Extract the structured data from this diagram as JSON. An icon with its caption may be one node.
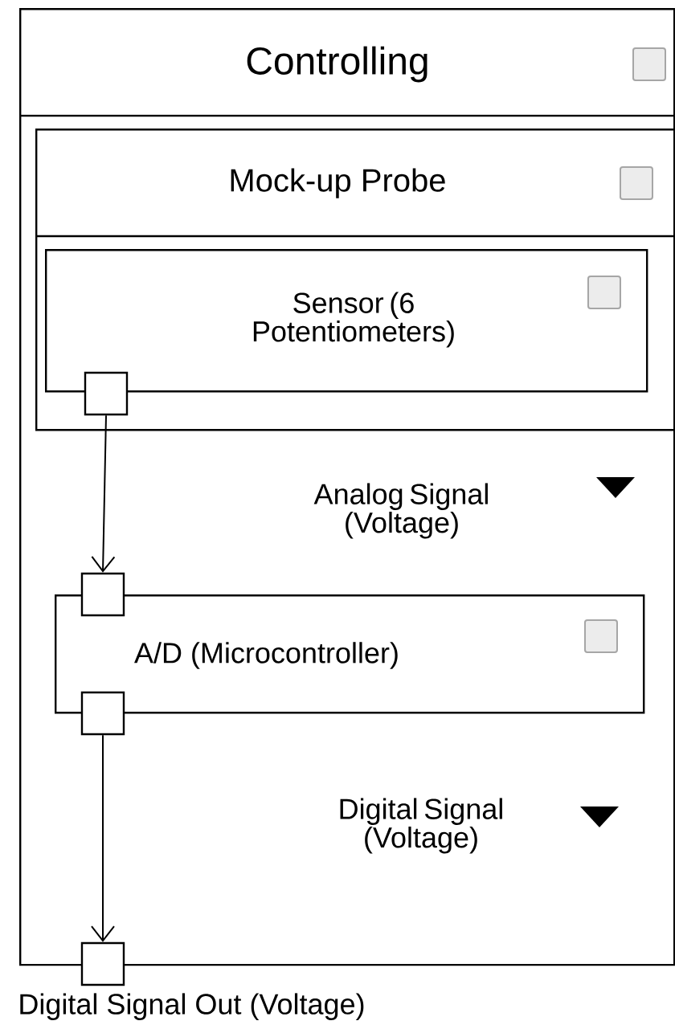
{
  "diagram": {
    "nodes": [
      {
        "text": [
          "Controlling"
        ]
      },
      {
        "text": [
          "Mock-up Probe"
        ],
        "in": 0
      },
      {
        "text": [
          "Sensor (6 Potentiometers)"
        ],
        "in": 1
      },
      {
        "text": [
          "A/D (Microcontroller)"
        ],
        "in": 0
      },
      {
        "text": [],
        "shape": "box",
        "in": 1
      },
      {
        "text": [],
        "shape": "box",
        "in": 0
      },
      {
        "text": [],
        "shape": "box",
        "in": 0
      },
      {
        "text": [],
        "shape": "box",
        "beside": [
          "Digital Signal Out (Voltage)"
        ]
      }
    ],
    "edges": [
      {
        "from": 4,
        "to": 5,
        "arrow": "to"
      },
      {
        "from": 6,
        "to": 7,
        "arrow": "to"
      }
    ],
    "labels": [
      "Analog Signal (Voltage)",
      "Digital Signal (Voltage)"
    ]
  }
}
